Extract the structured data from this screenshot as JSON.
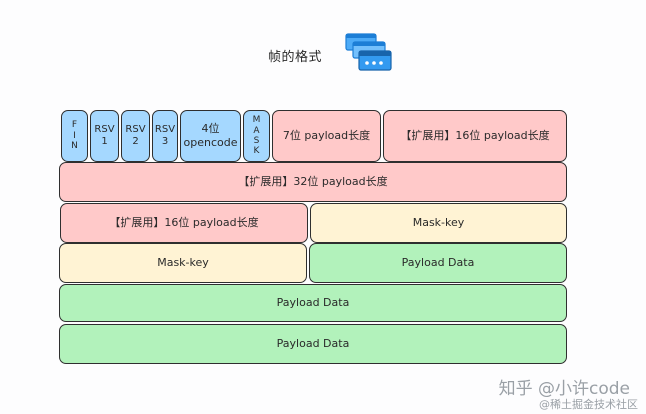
{
  "title": "帧的格式",
  "header_row": {
    "fin": [
      "F",
      "I",
      "N"
    ],
    "rsv1": "RSV 1",
    "rsv2": "RSV 2",
    "rsv3": "RSV 3",
    "opcode": "4位 opencode",
    "mask": [
      "M",
      "A",
      "S",
      "K"
    ],
    "payload_len7": "7位 payload长度",
    "payload_len16": "【扩展用】16位 payload长度"
  },
  "row2": {
    "payload_len32": "【扩展用】32位 payload长度"
  },
  "row3": {
    "payload_len16": "【扩展用】16位 payload长度",
    "mask_key": "Mask-key"
  },
  "row4": {
    "mask_key": "Mask-key",
    "payload_data": "Payload Data"
  },
  "row5": {
    "payload_data": "Payload Data"
  },
  "row6": {
    "payload_data": "Payload Data"
  },
  "watermark": {
    "line1": "知乎 @小许code",
    "line2": "@稀土掘金技术社区"
  },
  "colors": {
    "blue": "#a5d8ff",
    "pink": "#ffc9c9",
    "yellow": "#fff3d4",
    "green": "#b2f2bb"
  }
}
